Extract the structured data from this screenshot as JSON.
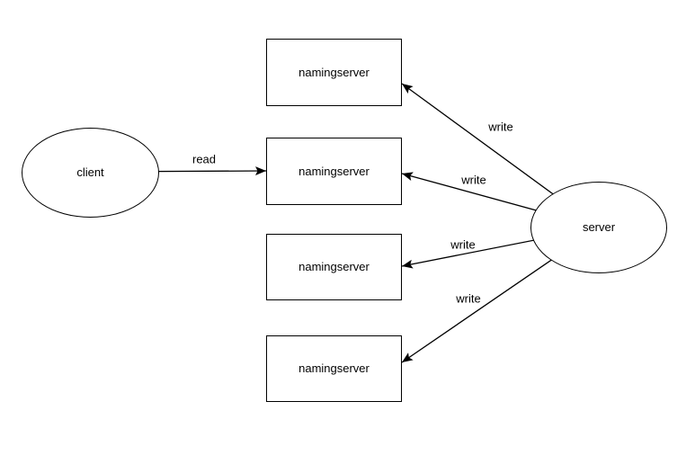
{
  "diagram": {
    "background_color": "#ffffff",
    "stroke_color": "#000000",
    "text_color": "#000000",
    "node_fill_color": "#ffffff",
    "nodes": [
      {
        "id": "client",
        "shape": "ellipse",
        "label": "client"
      },
      {
        "id": "namingserver-1",
        "shape": "rectangle",
        "label": "namingserver"
      },
      {
        "id": "namingserver-2",
        "shape": "rectangle",
        "label": "namingserver"
      },
      {
        "id": "namingserver-3",
        "shape": "rectangle",
        "label": "namingserver"
      },
      {
        "id": "namingserver-4",
        "shape": "rectangle",
        "label": "namingserver"
      },
      {
        "id": "server",
        "shape": "ellipse",
        "label": "server"
      }
    ],
    "edges": [
      {
        "from": "client",
        "to": "namingserver-2",
        "label": "read",
        "direction": "arrow-into-left-side"
      },
      {
        "from": "server",
        "to": "namingserver-1",
        "label": "write",
        "direction": "arrow-into-right-side"
      },
      {
        "from": "server",
        "to": "namingserver-2",
        "label": "write",
        "direction": "arrow-into-right-side"
      },
      {
        "from": "server",
        "to": "namingserver-3",
        "label": "write",
        "direction": "arrow-into-right-side"
      },
      {
        "from": "server",
        "to": "namingserver-4",
        "label": "write",
        "direction": "arrow-into-right-side"
      }
    ]
  }
}
